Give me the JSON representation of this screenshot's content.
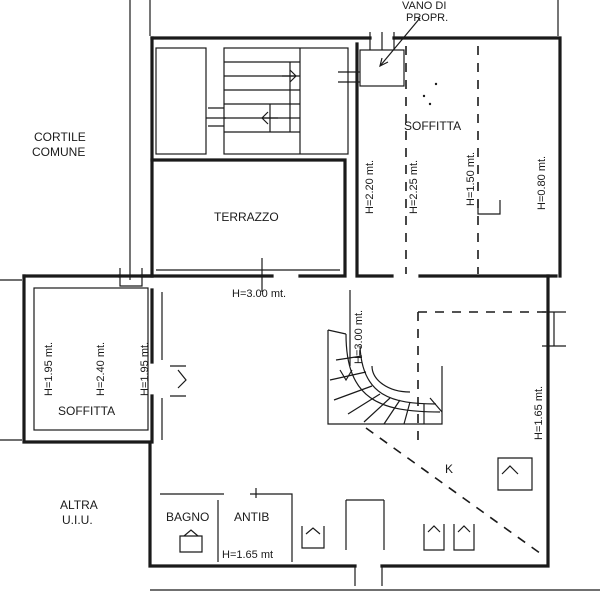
{
  "labels": {
    "vano_line1": "VANO DI",
    "vano_line2": "PROPR.",
    "cortile_line1": "CORTILE",
    "cortile_line2": "COMUNE",
    "soffitta_top": "SOFFITTA",
    "terrazzo": "TERRAZZO",
    "h_220": "H=2.20 mt.",
    "h_225": "H=2.25 mt.",
    "h_150": "H=1.50 mt.",
    "h_080": "H=0.80 mt.",
    "h_300_horizontal": "H=3.00 mt.",
    "h_300_vertical": "H=3.00 mt.",
    "h_195_left": "H=1.95 mt.",
    "h_240": "H=2.40 mt.",
    "h_195_right": "H=1.95 mt.",
    "soffitta_left": "SOFFITTA",
    "h_165_right": "H=1.65 mt.",
    "k": "K",
    "altra_line1": "ALTRA",
    "altra_line2": "U.I.U.",
    "bagno": "BAGNO",
    "antib": "ANTIB",
    "h_165_bottom": "H=1.65 mt"
  }
}
